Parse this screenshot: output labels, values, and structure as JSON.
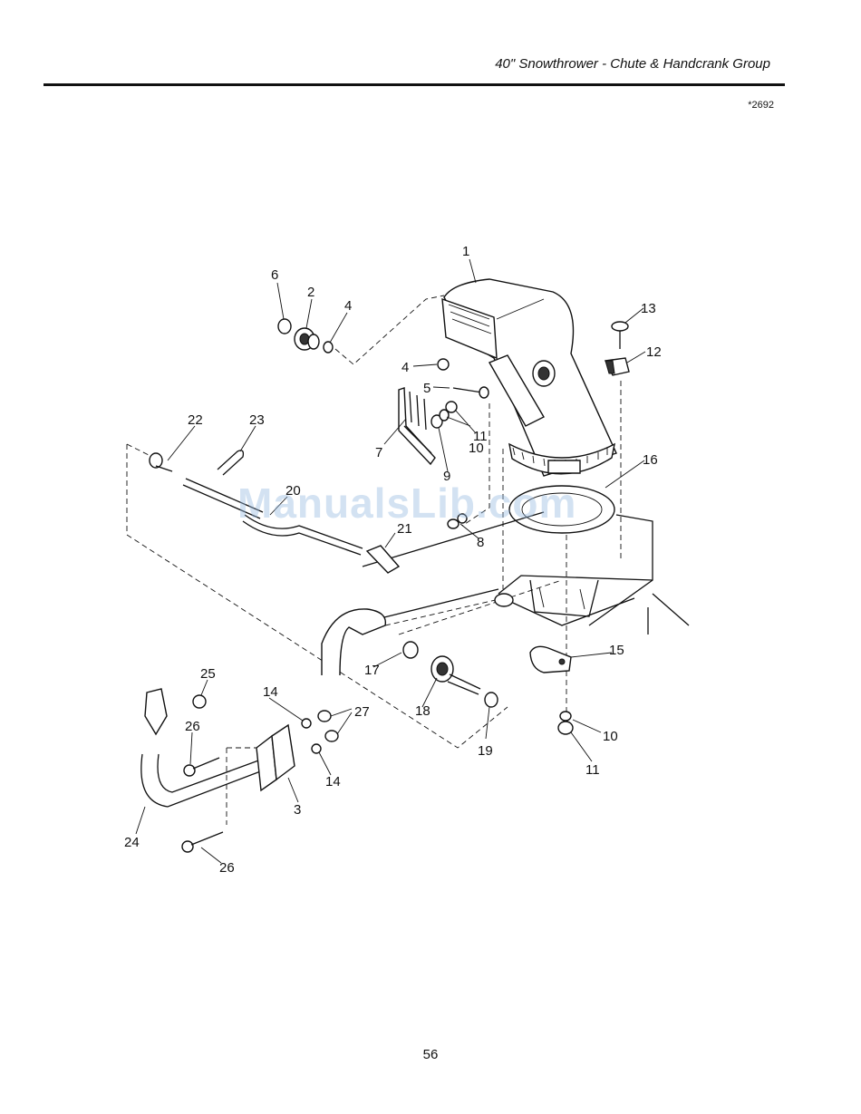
{
  "header": {
    "title": "40\" Snowthrower - Chute & Handcrank Group",
    "figure_code": "*2692"
  },
  "watermark": "ManualsLib.com",
  "page_number": "56",
  "callouts": [
    {
      "id": "c1",
      "label": "1"
    },
    {
      "id": "c2",
      "label": "2"
    },
    {
      "id": "c3",
      "label": "3"
    },
    {
      "id": "c4a",
      "label": "4"
    },
    {
      "id": "c4b",
      "label": "4"
    },
    {
      "id": "c5",
      "label": "5"
    },
    {
      "id": "c6",
      "label": "6"
    },
    {
      "id": "c7",
      "label": "7"
    },
    {
      "id": "c8",
      "label": "8"
    },
    {
      "id": "c9",
      "label": "9"
    },
    {
      "id": "c10a",
      "label": "10"
    },
    {
      "id": "c10b",
      "label": "10"
    },
    {
      "id": "c11a",
      "label": "11"
    },
    {
      "id": "c11b",
      "label": "11"
    },
    {
      "id": "c12",
      "label": "12"
    },
    {
      "id": "c13",
      "label": "13"
    },
    {
      "id": "c14a",
      "label": "14"
    },
    {
      "id": "c14b",
      "label": "14"
    },
    {
      "id": "c15",
      "label": "15"
    },
    {
      "id": "c16",
      "label": "16"
    },
    {
      "id": "c17",
      "label": "17"
    },
    {
      "id": "c18",
      "label": "18"
    },
    {
      "id": "c19",
      "label": "19"
    },
    {
      "id": "c20",
      "label": "20"
    },
    {
      "id": "c21",
      "label": "21"
    },
    {
      "id": "c22",
      "label": "22"
    },
    {
      "id": "c23",
      "label": "23"
    },
    {
      "id": "c24",
      "label": "24"
    },
    {
      "id": "c25",
      "label": "25"
    },
    {
      "id": "c26a",
      "label": "26"
    },
    {
      "id": "c26b",
      "label": "26"
    },
    {
      "id": "c27",
      "label": "27"
    }
  ]
}
